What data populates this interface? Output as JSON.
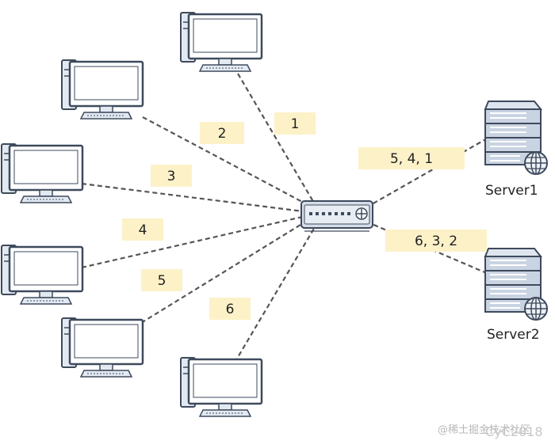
{
  "client_labels": [
    "1",
    "2",
    "3",
    "4",
    "5",
    "6"
  ],
  "server_links": [
    {
      "label": "5, 4, 1",
      "server": "Server1"
    },
    {
      "label": "6, 3, 2",
      "server": "Server2"
    }
  ],
  "icons": {
    "client": "desktop-computer-icon",
    "switch": "network-switch-icon",
    "server": "server-rack-icon",
    "globe": "globe-icon"
  },
  "watermark": {
    "site": "@稀土掘金技术社区",
    "author": "CyC2018"
  },
  "colors": {
    "line": "#555555",
    "outline": "#3e4a5c",
    "fill": "#e3e9f2",
    "label_bg": "#fdf1c8"
  }
}
